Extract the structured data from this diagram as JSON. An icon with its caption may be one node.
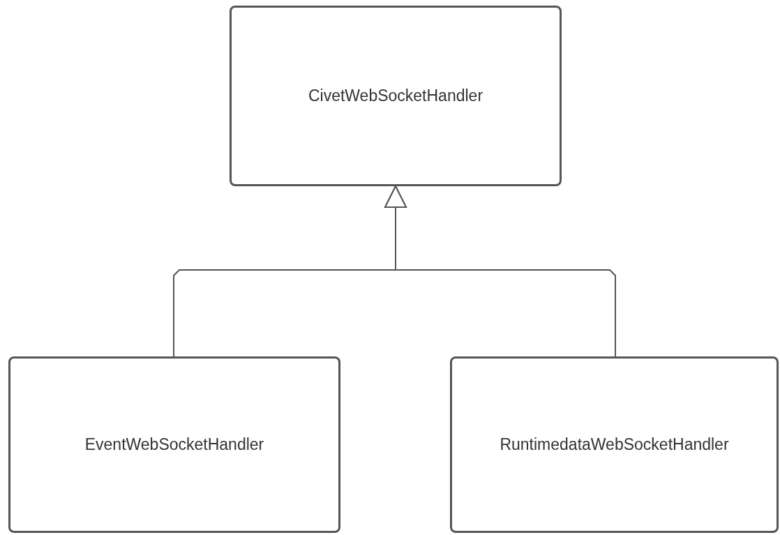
{
  "diagram": {
    "nodes": [
      {
        "text": [
          "CivetWebSocketHandler"
        ]
      },
      {
        "text": [
          "EventWebSocketHandler"
        ]
      },
      {
        "text": [
          "RuntimedataWebSocketHandler"
        ]
      }
    ],
    "edges": [
      {
        "from": 1,
        "to": 0,
        "arrow": "to"
      },
      {
        "from": 2,
        "to": 0,
        "arrow": "to"
      }
    ]
  }
}
